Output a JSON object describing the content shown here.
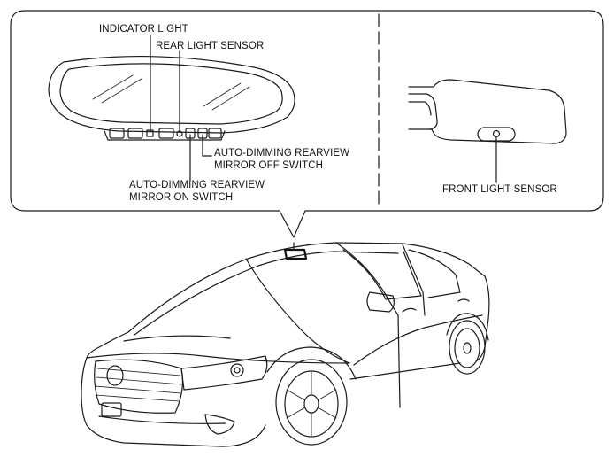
{
  "labels": {
    "indicator_light": "INDICATOR LIGHT",
    "rear_light_sensor": "REAR LIGHT SENSOR",
    "off_switch_line1": "AUTO-DIMMING REARVIEW",
    "off_switch_line2": "MIRROR OFF SWITCH",
    "on_switch_line1": "AUTO-DIMMING REARVIEW",
    "on_switch_line2": "MIRROR ON SWITCH",
    "front_light_sensor": "FRONT LIGHT SENSOR"
  },
  "colors": {
    "line": "#1a1a1a",
    "background": "#ffffff"
  }
}
